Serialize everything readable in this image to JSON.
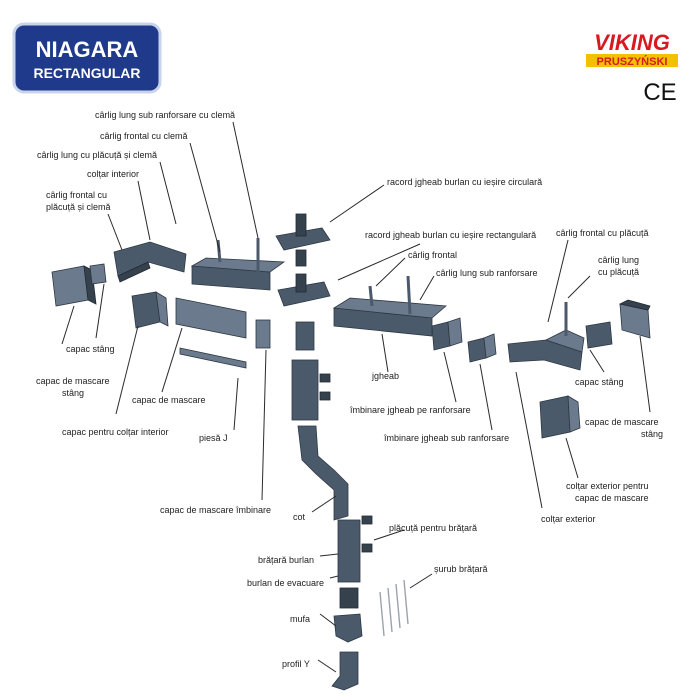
{
  "brand": {
    "badge_line1": "NIAGARA",
    "badge_line2": "RECTANGULAR",
    "maker_line1": "VIKING",
    "maker_line2": "PRUSZYŃSKI",
    "mark": "CE"
  },
  "labels": {
    "carlig_lung_sub_ranforsare_clema": "cârlig lung sub ranforsare cu clemă",
    "carlig_frontal_clema": "cârlig frontal cu clemă",
    "carlig_lung_placuta_clema": "cârlig lung cu plăcuță și clemă",
    "coltar_interior": "colțar interior",
    "carlig_frontal_placuta_clema_1": "cârlig frontal cu",
    "carlig_frontal_placuta_clema_2": "plăcuță și clemă",
    "racord_circulara": "racord jgheab burlan cu ieșire circulară",
    "racord_rectangulara": "racord jgheab burlan cu ieșire rectangulară",
    "carlig_frontal_placuta": "cârlig frontal cu plăcuță",
    "carlig_frontal": "cârlig frontal",
    "carlig_lung_sub_ranforsare": "cârlig lung sub ranforsare",
    "carlig_lung_placuta_1": "cârlig lung",
    "carlig_lung_placuta_2": "cu plăcuță",
    "capac_stang_left": "capac stâng",
    "capac_mascare_stang_left_1": "capac de mascare",
    "capac_mascare_stang_left_2": "stâng",
    "capac_mascare": "capac de mascare",
    "capac_coltar_interior": "capac pentru colțar interior",
    "piesa_j": "piesă J",
    "jgheab": "jgheab",
    "imbinare_pe_ranforsare": "îmbinare jgheab pe ranforsare",
    "imbinare_sub_ranforsare": "îmbinare jgheab sub ranforsare",
    "capac_stang_right": "capac stâng",
    "capac_mascare_stang_right_1": "capac de mascare",
    "capac_mascare_stang_right_2": "stâng",
    "coltar_exterior_mascare_1": "colțar exterior pentru",
    "coltar_exterior_mascare_2": "capac de mascare",
    "coltar_exterior": "colțar exterior",
    "capac_mascare_imbinare": "capac de mascare îmbinare",
    "cot": "cot",
    "placuta_bratara": "plăcuță pentru brățară",
    "bratara_burlan": "brățară burlan",
    "burlan_evacuare": "burlan de evacuare",
    "surub_bratara": "șurub brățară",
    "mufa": "mufa",
    "profil_y": "profil Y"
  },
  "colors": {
    "badge_blue": "#1f3a8a",
    "maker_red": "#d71920",
    "maker_yellow": "#f2c200",
    "part_grey": "#4b5a6b"
  }
}
